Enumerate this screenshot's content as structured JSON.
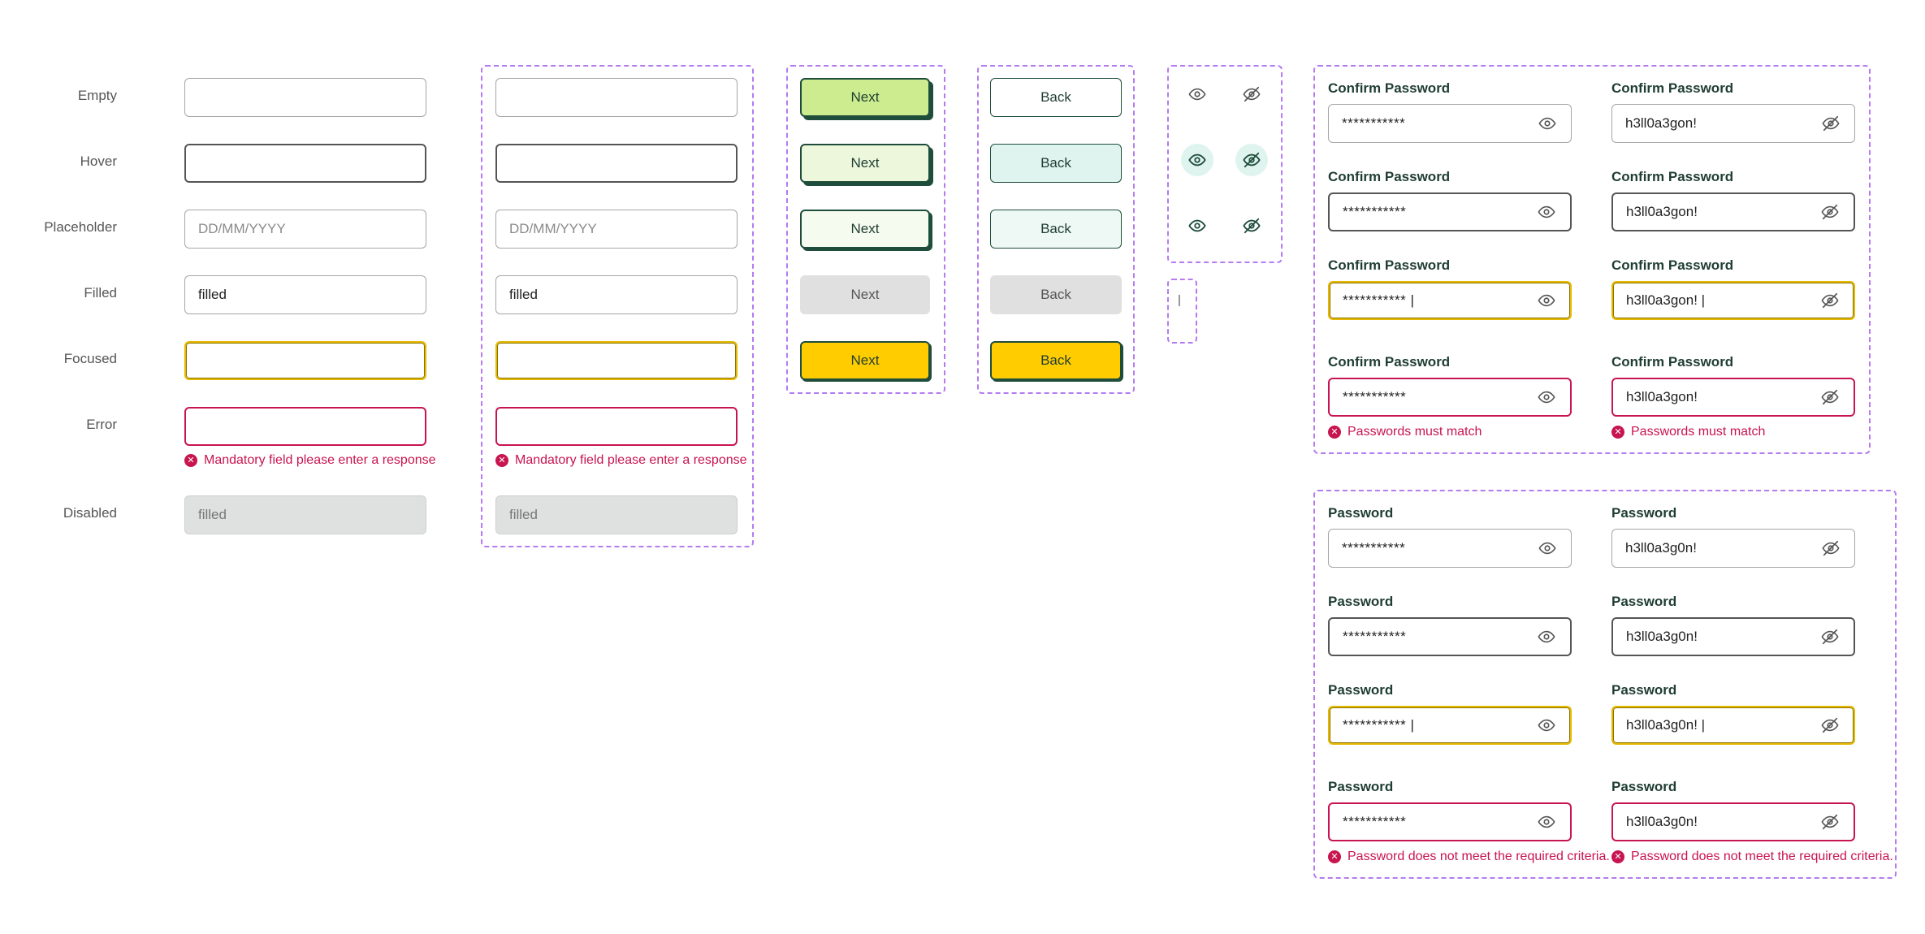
{
  "states": {
    "empty": "Empty",
    "hover": "Hover",
    "placeholder": "Placeholder",
    "filled": "Filled",
    "focused": "Focused",
    "error": "Error",
    "disabled": "Disabled"
  },
  "text_fields": {
    "placeholder": "DD/MM/YYYY",
    "filled_value": "filled",
    "disabled_value": "filled",
    "error_message": "Mandatory field please enter a response"
  },
  "buttons": {
    "next": "Next",
    "back": "Back"
  },
  "cursor_sample": "|",
  "confirm_password": {
    "label": "Confirm Password",
    "masked": "***********",
    "masked_focused": "*********** |",
    "visible": "h3ll0a3gon!",
    "visible_focused": "h3ll0a3gon! |",
    "error_message": "Passwords must match"
  },
  "password": {
    "label": "Password",
    "masked": "***********",
    "masked_focused": "*********** |",
    "visible": "h3ll0a3g0n!",
    "visible_focused": "h3ll0a3g0n! |",
    "error_message": "Password does not meet the required criteria."
  },
  "icons": {
    "show_password": "eye-icon",
    "hide_password": "eye-off-icon",
    "error": "x-circle-icon"
  },
  "colors": {
    "focus": "#e6b800",
    "error": "#c8144f",
    "primary_green": "#ccec8f",
    "dark_green": "#1f4d3c",
    "yellow": "#ffcc00",
    "dashed_outline": "#b57bf0"
  }
}
